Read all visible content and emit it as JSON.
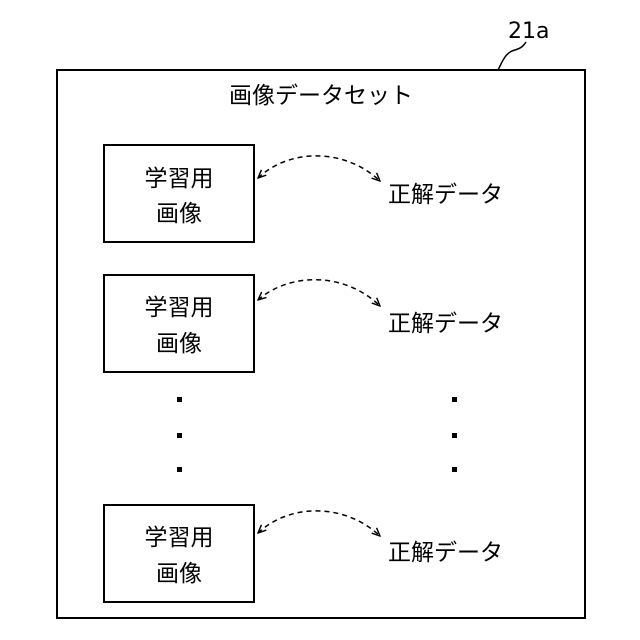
{
  "reference_label": "21a",
  "container": {
    "title": "画像データセット"
  },
  "rows": [
    {
      "image_label_line1": "学習用",
      "image_label_line2": "画像",
      "answer_label": "正解データ"
    },
    {
      "image_label_line1": "学習用",
      "image_label_line2": "画像",
      "answer_label": "正解データ"
    },
    {
      "image_label_line1": "学習用",
      "image_label_line2": "画像",
      "answer_label": "正解データ"
    }
  ],
  "colors": {
    "stroke": "#000000",
    "background": "#ffffff"
  }
}
